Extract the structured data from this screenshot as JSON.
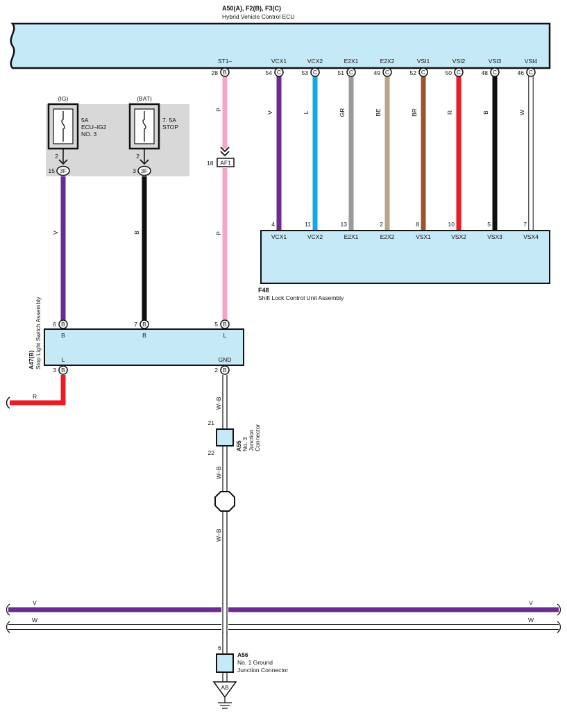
{
  "ecu": {
    "codes": "A50(A), F2(B), F3(C)",
    "name": "Hybrid Vehicle Control ECU"
  },
  "ecu_pins": [
    {
      "term": "ST1–",
      "num": "28",
      "conn": "B",
      "color": "#f3a6c9",
      "wire": "P"
    },
    {
      "term": "VCX1",
      "num": "54",
      "conn": "C",
      "color": "#6a2c8e",
      "wire": "V"
    },
    {
      "term": "VCX2",
      "num": "53",
      "conn": "C",
      "color": "#12a9e4",
      "wire": "L"
    },
    {
      "term": "E2X1",
      "num": "51",
      "conn": "C",
      "color": "#9a9a9a",
      "wire": "GR"
    },
    {
      "term": "E2X2",
      "num": "49",
      "conn": "C",
      "color": "#b8a48a",
      "wire": "BE"
    },
    {
      "term": "VSI1",
      "num": "52",
      "conn": "C",
      "color": "#a0522d",
      "wire": "BR"
    },
    {
      "term": "VSI2",
      "num": "50",
      "conn": "C",
      "color": "#ec1c24",
      "wire": "R"
    },
    {
      "term": "VSI3",
      "num": "48",
      "conn": "C",
      "color": "#111111",
      "wire": "B"
    },
    {
      "term": "VSI4",
      "num": "46",
      "conn": "C",
      "color": "#ffffff",
      "wire": "W"
    }
  ],
  "shift_lock": {
    "code": "F48",
    "name": "Shift Lock Control Unit Assembly",
    "pins": [
      {
        "term": "VCX1",
        "num": "4"
      },
      {
        "term": "VCX2",
        "num": "11"
      },
      {
        "term": "E2X1",
        "num": "13"
      },
      {
        "term": "E2X2",
        "num": "2"
      },
      {
        "term": "VSX1",
        "num": "8"
      },
      {
        "term": "VSX2",
        "num": "10"
      },
      {
        "term": "VSX3",
        "num": "5"
      },
      {
        "term": "VSX4",
        "num": "7"
      }
    ]
  },
  "fuses": [
    {
      "source": "(IG)",
      "rating": "5A",
      "name1": "ECU–IG2",
      "name2": "NO. 3",
      "pin": "2",
      "conn_num": "15",
      "conn": "3F",
      "wire": "V",
      "color": "#6a2c8e"
    },
    {
      "source": "(BAT)",
      "rating": "7. 5A",
      "name1": "STOP",
      "name2": "",
      "pin": "2",
      "conn_num": "3",
      "conn": "3F",
      "wire": "B",
      "color": "#111111"
    }
  ],
  "af1": {
    "num": "18",
    "label": "AF1",
    "wire_top": "P",
    "wire_bottom": "P"
  },
  "stop_switch": {
    "code": "A47(B)",
    "name": "Stop Light Switch Assembly",
    "top_pins": [
      {
        "num": "6",
        "conn": "B",
        "term": "B"
      },
      {
        "num": "7",
        "conn": "B",
        "term": "B"
      },
      {
        "num": "5",
        "conn": "B",
        "term": "L"
      }
    ],
    "bottom_pins": [
      {
        "num": "3",
        "conn": "B",
        "term": "L"
      },
      {
        "num": "2",
        "conn": "B",
        "term": "GND"
      }
    ],
    "out_wire": "R"
  },
  "ground_wire": {
    "label": "W–B"
  },
  "junction3": {
    "code": "A55",
    "line1": "No. 3",
    "line2": "Junction",
    "line3": "Connector",
    "pin_top": "21",
    "pin_bottom": "22"
  },
  "bus": [
    {
      "label": "V",
      "color": "#6a2c8e"
    },
    {
      "label": "W",
      "color": "#ffffff"
    }
  ],
  "junction1": {
    "code": "A56",
    "line1": "No. 1 Ground",
    "line2": "Junction Connector",
    "pin": "6"
  },
  "ground": {
    "label": "AB"
  }
}
